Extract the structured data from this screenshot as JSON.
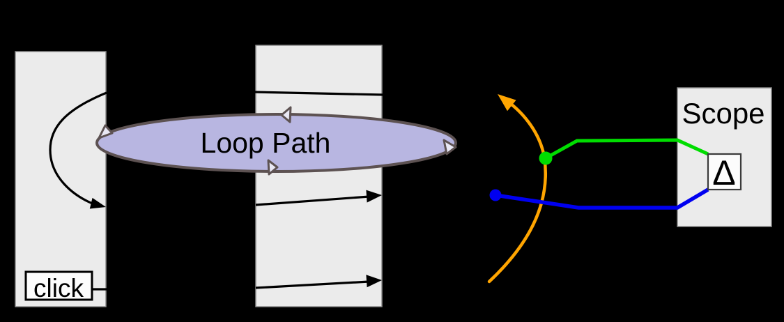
{
  "loop": {
    "label": "Loop Path"
  },
  "scope": {
    "title": "Scope",
    "delta": "Δ"
  },
  "click": {
    "label": "click"
  },
  "colors": {
    "background": "#000000",
    "panel_fill": "#ebebeb",
    "panel_border": "#8c8c8c",
    "line": "#000000",
    "ellipse_fill": "#b8b6e1",
    "ellipse_border": "#5d5252",
    "arrowhead_open_fill": "#e9e8f4",
    "green": "#00dd00",
    "blue": "#0000f0",
    "orange": "#ffa500",
    "inner_box_fill": "#fcfcfc",
    "delta_box_border": "#3b3b3b"
  }
}
